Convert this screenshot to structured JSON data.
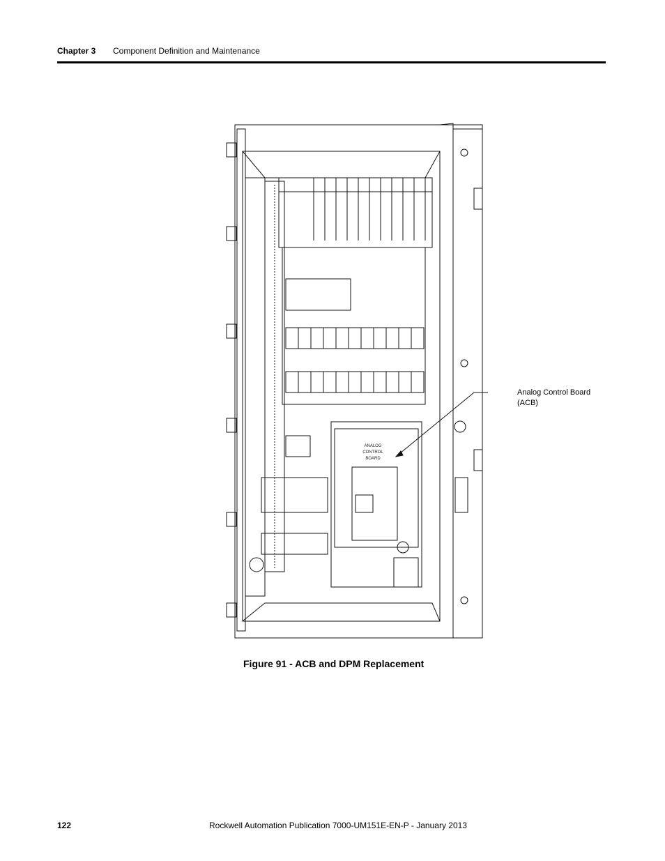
{
  "header": {
    "chapter_label": "Chapter 3",
    "chapter_title": "Component Definition and Maintenance"
  },
  "figure": {
    "caption": "Figure 91 - ACB and DPM Replacement",
    "callout": {
      "line1": "Analog Control Board",
      "line2": "(ACB)"
    },
    "board_label": {
      "line1": "ANALOG",
      "line2": "CONTROL",
      "line3": "BOARD"
    }
  },
  "footer": {
    "page_number": "122",
    "publication": "Rockwell Automation Publication 7000-UM151E-EN-P - January 2013"
  }
}
